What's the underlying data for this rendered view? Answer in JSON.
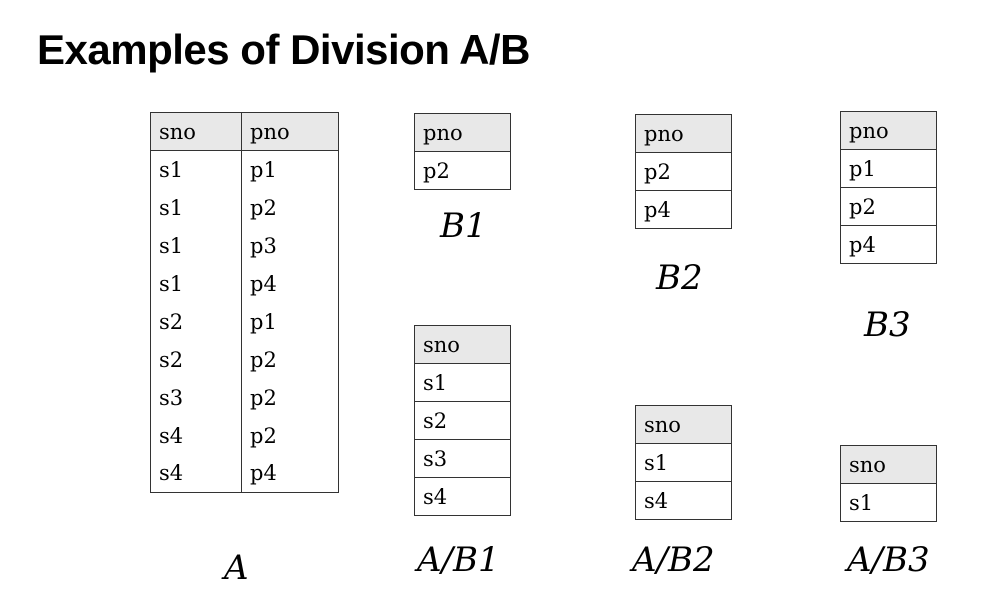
{
  "title": "Examples of Division A/B",
  "relations": {
    "A": {
      "caption": "A",
      "columns": [
        "sno",
        "pno"
      ],
      "rows": [
        [
          "s1",
          "p1"
        ],
        [
          "s1",
          "p2"
        ],
        [
          "s1",
          "p3"
        ],
        [
          "s1",
          "p4"
        ],
        [
          "s2",
          "p1"
        ],
        [
          "s2",
          "p2"
        ],
        [
          "s3",
          "p2"
        ],
        [
          "s4",
          "p2"
        ],
        [
          "s4",
          "p4"
        ]
      ]
    },
    "B1": {
      "caption": "B1",
      "columns": [
        "pno"
      ],
      "rows": [
        [
          "p2"
        ]
      ]
    },
    "B2": {
      "caption": "B2",
      "columns": [
        "pno"
      ],
      "rows": [
        [
          "p2"
        ],
        [
          "p4"
        ]
      ]
    },
    "B3": {
      "caption": "B3",
      "columns": [
        "pno"
      ],
      "rows": [
        [
          "p1"
        ],
        [
          "p2"
        ],
        [
          "p4"
        ]
      ]
    },
    "AB1": {
      "caption": "A/B1",
      "columns": [
        "sno"
      ],
      "rows": [
        [
          "s1"
        ],
        [
          "s2"
        ],
        [
          "s3"
        ],
        [
          "s4"
        ]
      ]
    },
    "AB2": {
      "caption": "A/B2",
      "columns": [
        "sno"
      ],
      "rows": [
        [
          "s1"
        ],
        [
          "s4"
        ]
      ]
    },
    "AB3": {
      "caption": "A/B3",
      "columns": [
        "sno"
      ],
      "rows": [
        [
          "s1"
        ]
      ]
    }
  }
}
